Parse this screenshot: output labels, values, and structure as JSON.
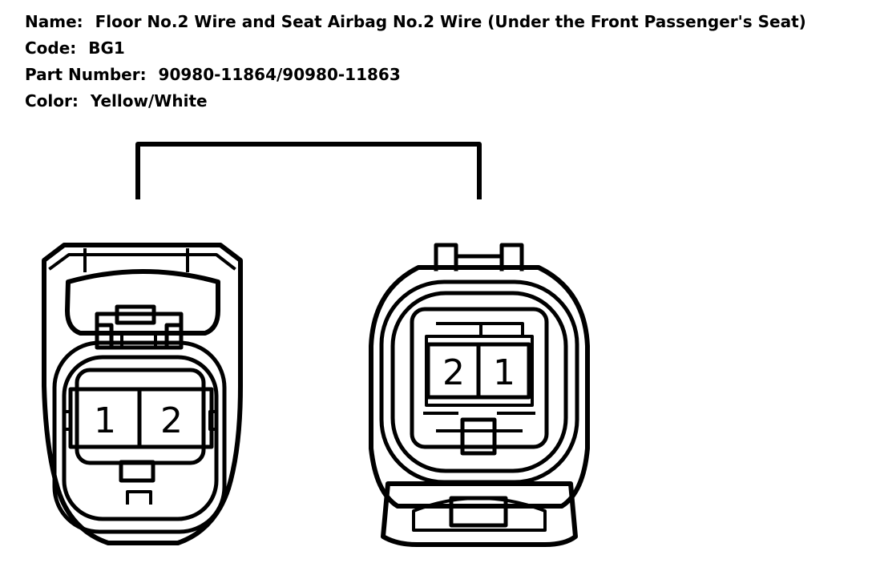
{
  "header": {
    "name_label": "Name:",
    "name_value": "Floor No.2 Wire and Seat Airbag No.2 Wire (Under the Front Passenger's Seat)",
    "code_label": "Code:",
    "code_value": "BG1",
    "part_label": "Part Number:",
    "part_value": "90980-11864/90980-11863",
    "color_label": "Color:",
    "color_value": "Yellow/White"
  },
  "connectors": {
    "left": {
      "pins": [
        "1",
        "2"
      ]
    },
    "right": {
      "pins": [
        "2",
        "1"
      ]
    }
  },
  "colors": {
    "stroke": "#000000",
    "background": "#ffffff"
  }
}
